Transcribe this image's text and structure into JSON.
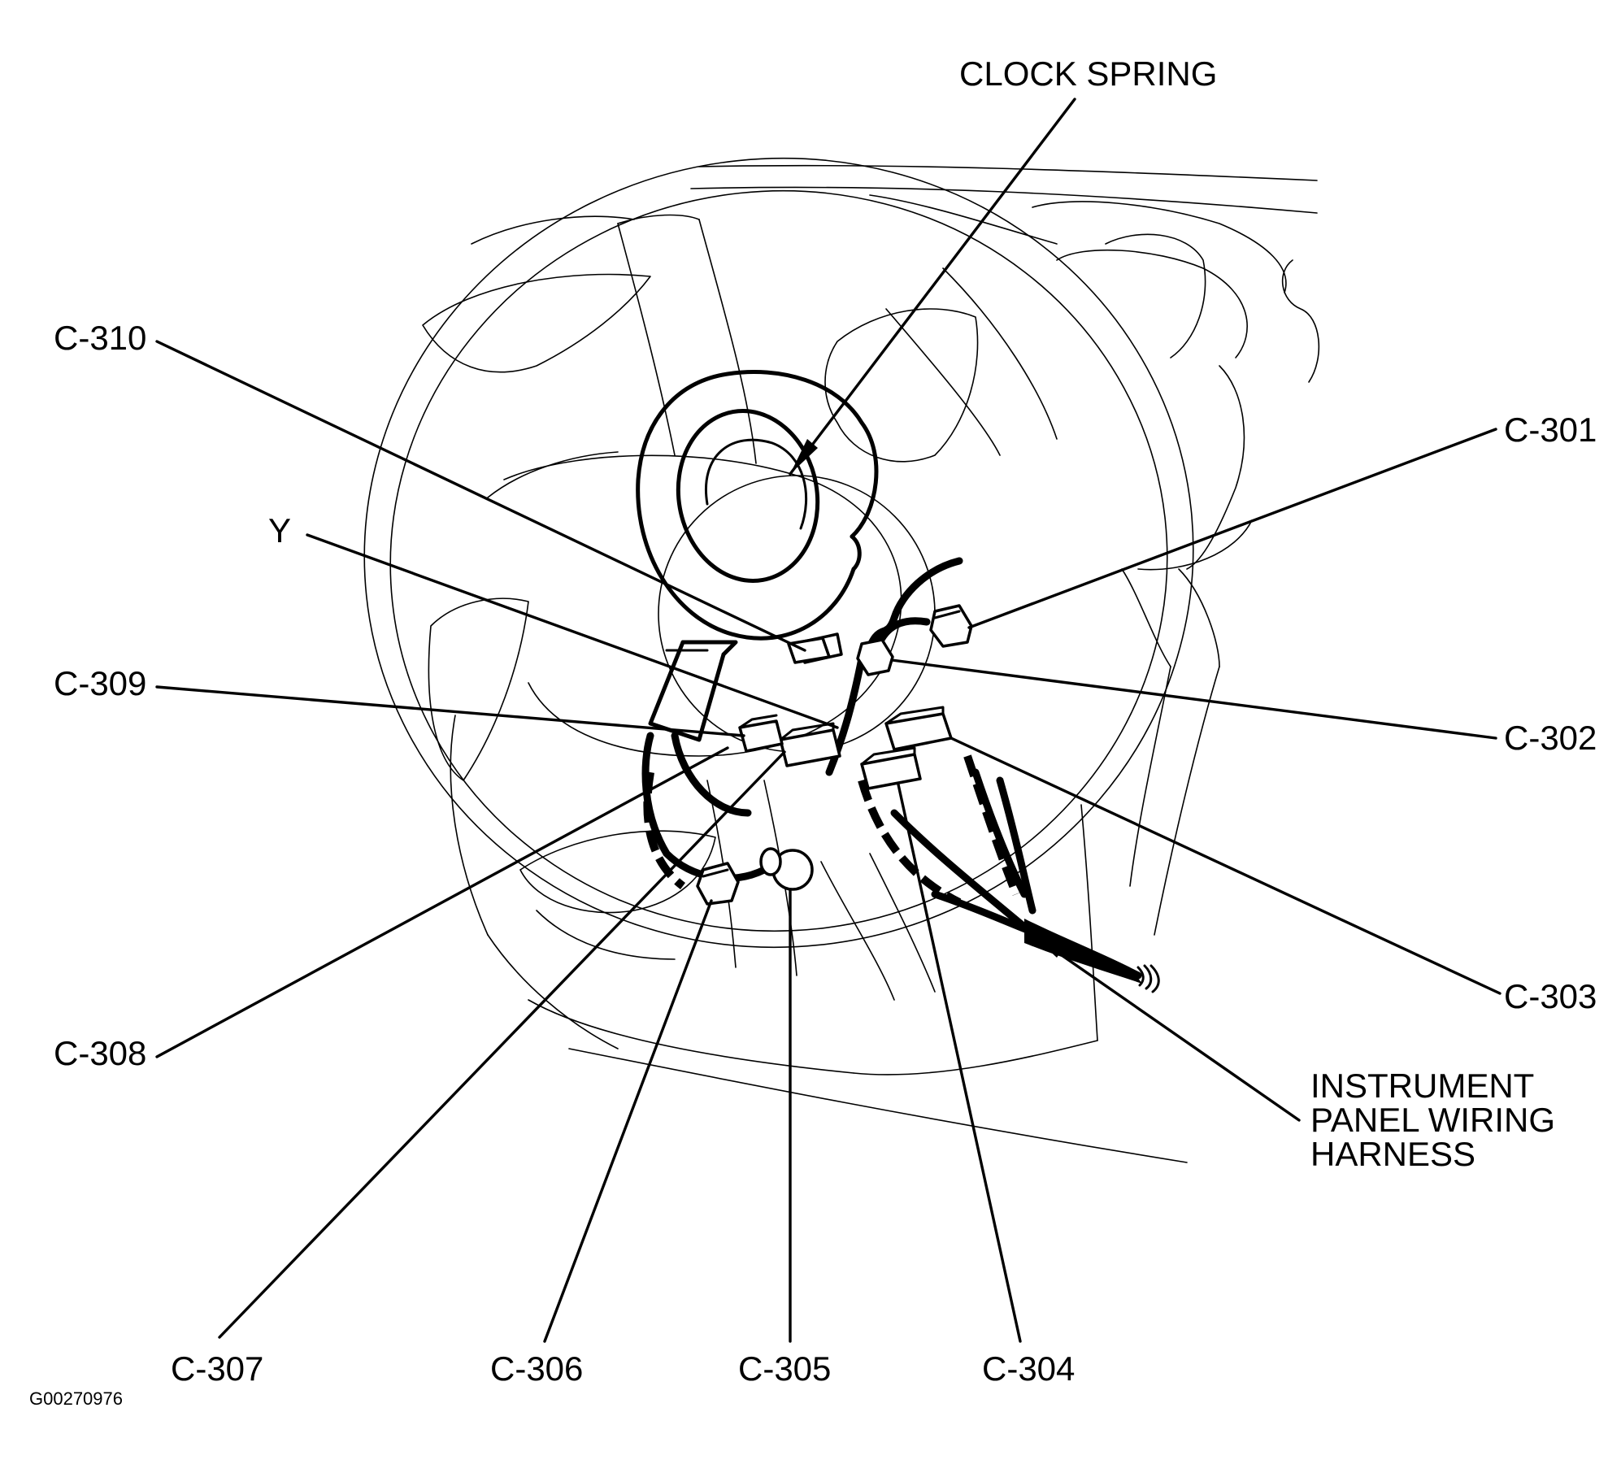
{
  "diagram": {
    "labels": {
      "clock_spring": "CLOCK SPRING",
      "c310": "C-310",
      "y": "Y",
      "c309": "C-309",
      "c308": "C-308",
      "c307": "C-307",
      "c306": "C-306",
      "c305": "C-305",
      "c304": "C-304",
      "c303": "C-303",
      "c302": "C-302",
      "c301": "C-301",
      "harness_line1": "INSTRUMENT",
      "harness_line2": "PANEL WIRING",
      "harness_line3": "HARNESS"
    },
    "figure_id": "G00270976"
  }
}
